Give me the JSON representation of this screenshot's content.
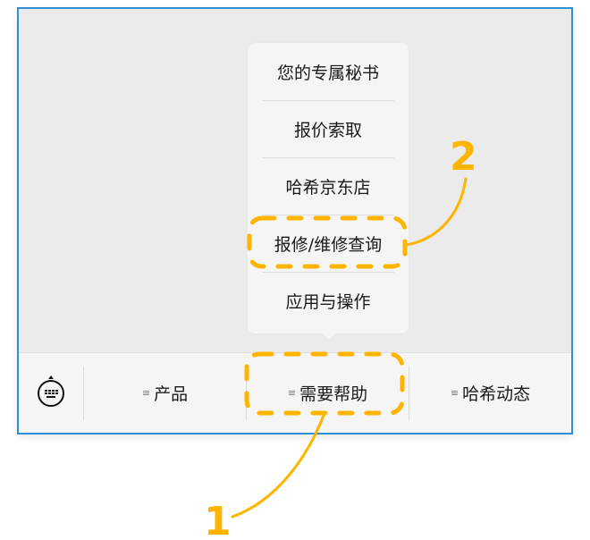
{
  "popup_menu": {
    "items": [
      {
        "label": "您的专属秘书"
      },
      {
        "label": "报价索取"
      },
      {
        "label": "哈希京东店"
      },
      {
        "label": "报修/维修查询"
      },
      {
        "label": "应用与操作"
      }
    ]
  },
  "tabbar": {
    "keyboard_icon": "keyboard-toggle-icon",
    "tabs": [
      {
        "label": "产品",
        "icon": "menu-lines-icon"
      },
      {
        "label": "需要帮助",
        "icon": "menu-lines-icon"
      },
      {
        "label": "哈希动态",
        "icon": "menu-lines-icon"
      }
    ],
    "menu_glyph": "≡"
  },
  "annotations": {
    "color": "#ffb400",
    "frame_color": "#2f8fd8",
    "step1": "1",
    "step2": "2"
  }
}
